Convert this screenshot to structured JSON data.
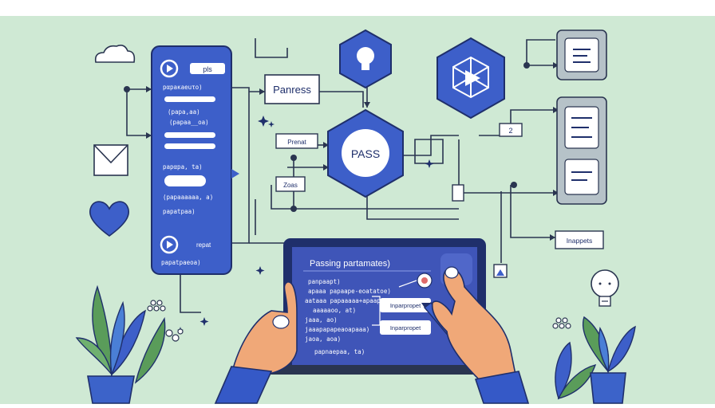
{
  "colors": {
    "background": "#cfe9d4",
    "primary_blue": "#3d5fc9",
    "dark_navy": "#1f2f6b",
    "line": "#2a3550",
    "screen_blue": "#3f55b8",
    "skin": "#f0a878",
    "sleeve": "#3559c7",
    "leaf": "#5a9c5a",
    "pot": "#3c63c9"
  },
  "left_panel": {
    "top_label": "pls",
    "rows": [
      "pαpaκaeuτo)",
      "(papa,aa)",
      "(papaa__oa)",
      "papαpa, ta)",
      "(papaaaaaa, a)",
      "papatpaa)"
    ],
    "bottom_label": "repat",
    "bottom_row": "papatpaeoa)"
  },
  "boxes": {
    "panress": "Panress",
    "prenet": "Prenat",
    "zoas": "Zoas",
    "pass": "PASS",
    "two": "2",
    "inappets": "Inappets"
  },
  "laptop": {
    "title": "Passing partamates)",
    "code_lines": [
      "panpaapt)",
      "apaaa papaape-eoatatoe)",
      "aataaa papaaaaa+apaapa)",
      "aaaaaoo, at)",
      "jaaa, ao)",
      "jaaapapapeaoapaaa)",
      "jaoa, aoa)",
      "papnaepaa, ta)"
    ],
    "chip_1": "Inparpropet",
    "chip_2": "Inparpropet"
  },
  "icons": [
    "cloud-icon",
    "mail-icon",
    "heart-icon",
    "lightbulb-icon",
    "play-icon",
    "document-icon",
    "hand-icon",
    "pencil-icon",
    "plant-icon",
    "molecule-icon",
    "sparkle-icon"
  ]
}
